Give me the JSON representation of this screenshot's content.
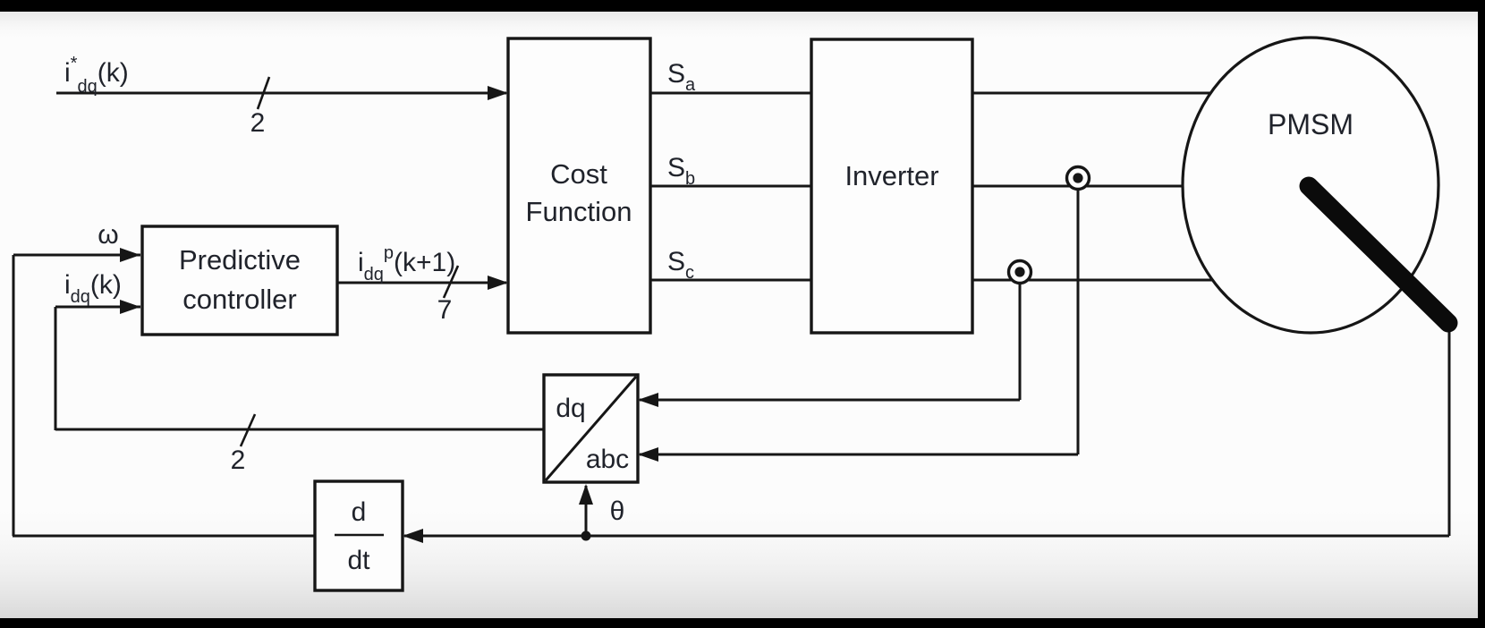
{
  "frame": {
    "background": "#fcfcfc",
    "bar_color": "#000000",
    "line_color": "#161616",
    "text_color": "#20232b"
  },
  "blocks": {
    "predictive_controller": {
      "line1": "Predictive",
      "line2": "controller"
    },
    "cost_function": {
      "line1": "Cost",
      "line2": "Function"
    },
    "inverter": {
      "label": "Inverter"
    },
    "pmsm": {
      "label": "PMSM"
    },
    "ddt": {
      "numerator": "d",
      "denominator": "dt"
    },
    "dq_abc": {
      "top": "dq",
      "bottom": "abc"
    }
  },
  "signals": {
    "ref_current": {
      "base": "i",
      "sup": "*",
      "sub": "dq",
      "rest": "(k)"
    },
    "ref_bus_width": "2",
    "omega": "ω",
    "meas_current": {
      "base": "i",
      "sub": "dq",
      "rest": "(k)"
    },
    "pred_current": {
      "base": "i",
      "sub": "dq",
      "sup": "p",
      "rest": "(k+1)"
    },
    "pred_bus_width": "7",
    "fb_bus_width": "2",
    "switch_a": {
      "base": "S",
      "sub": "a"
    },
    "switch_b": {
      "base": "S",
      "sub": "b"
    },
    "switch_c": {
      "base": "S",
      "sub": "c"
    },
    "theta": "θ"
  }
}
